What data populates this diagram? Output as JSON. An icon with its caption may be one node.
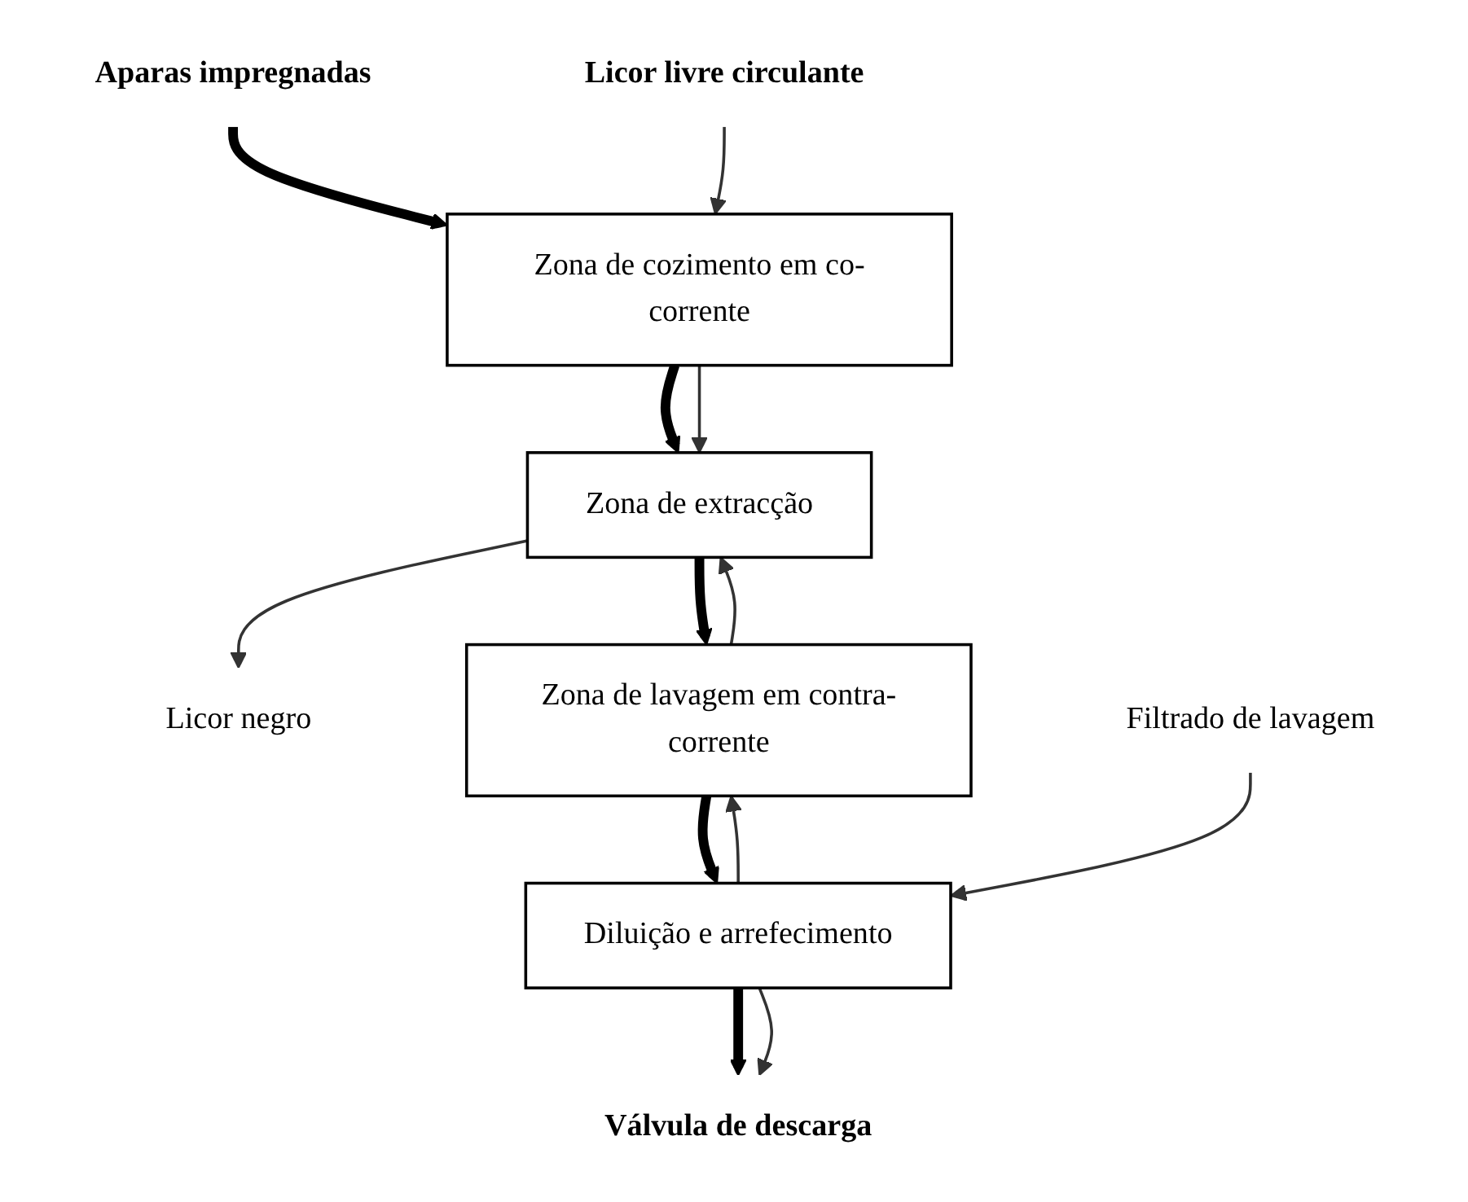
{
  "diagram": {
    "nodes": [
      {
        "text": [
          "Aparas impregnadas"
        ]
      },
      {
        "text": [
          "Licor livre circulante"
        ]
      },
      {
        "text": [
          "Zona de cozimento em co-corrente"
        ]
      },
      {
        "text": [
          "Zona de extracção"
        ]
      },
      {
        "text": [
          "Zona de lavagem em contra-corrente"
        ]
      },
      {
        "text": [
          "Diluição e arrefecimento"
        ]
      },
      {
        "text": [
          "Licor negro"
        ]
      },
      {
        "text": [
          "Filtrado de lavagem"
        ]
      },
      {
        "text": [
          "Válvula de descarga"
        ]
      }
    ],
    "edges": [
      {
        "from": 0,
        "to": 2,
        "arrow": "to",
        "style": "thick"
      },
      {
        "from": 1,
        "to": 2,
        "arrow": "to"
      },
      {
        "from": 2,
        "to": 3,
        "arrow": "to",
        "style": "thick"
      },
      {
        "from": 2,
        "to": 3,
        "arrow": "to"
      },
      {
        "from": 3,
        "to": 6,
        "arrow": "to"
      },
      {
        "from": 3,
        "to": 4,
        "arrow": "to",
        "style": "thick"
      },
      {
        "from": 4,
        "to": 3,
        "arrow": "to"
      },
      {
        "from": 4,
        "to": 5,
        "arrow": "to",
        "style": "thick"
      },
      {
        "from": 5,
        "to": 4,
        "arrow": "to"
      },
      {
        "from": 7,
        "to": 5,
        "arrow": "to"
      },
      {
        "from": 5,
        "to": 8,
        "arrow": "to",
        "style": "thick"
      },
      {
        "from": 5,
        "to": 8,
        "arrow": "to"
      }
    ]
  }
}
